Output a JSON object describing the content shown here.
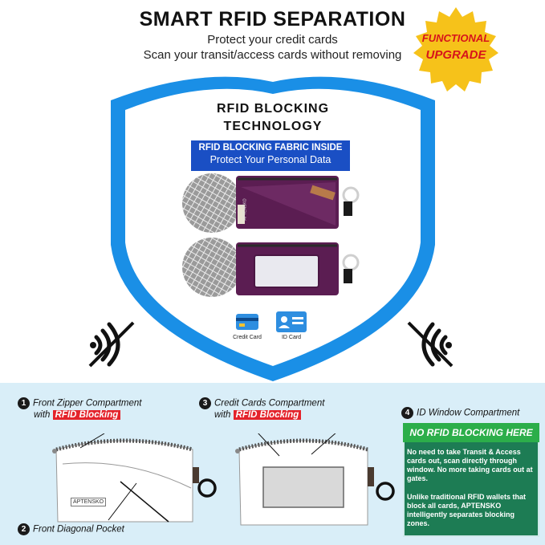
{
  "header": {
    "title": "SMART RFID SEPARATION",
    "line1": "Protect your credit cards",
    "line2": "Scan your transit/access cards without removing"
  },
  "badge": {
    "line1": "FUNCTIONAL",
    "line2": "UPGRADE"
  },
  "shield": {
    "title1": "RFID BLOCKING",
    "title2": "TECHNOLOGY",
    "banner1": "RFID BLOCKING FABRIC INSIDE",
    "banner2": "Protect Your Personal Data",
    "brand": "APTENSKO",
    "card1": "Credit Card",
    "card2": "ID Card"
  },
  "steps": {
    "s1": {
      "num": "1",
      "text": "Front Zipper Compartment",
      "with": "with",
      "tag": "RFID Blocking"
    },
    "s2": {
      "num": "2",
      "text": "Front Diagonal Pocket"
    },
    "s3": {
      "num": "3",
      "text": "Credit Cards Compartment",
      "with": "with",
      "tag": "RFID Blocking"
    },
    "s4": {
      "num": "4",
      "text": "ID Window Compartment"
    }
  },
  "pouch_brand": "APTENSKO",
  "info": {
    "heading": "NO RFID BLOCKING HERE",
    "p1": "No need to take Transit & Access cards out, scan directly through window. No more taking cards out at gates.",
    "p2": "Unlike traditional RFID wallets that block all cards, APTENSKO intelligently separates blocking zones."
  },
  "colors": {
    "blue": "#1a8fe6",
    "banner": "#1a4fc4",
    "red": "#e4232b",
    "green": "#1d7c54",
    "light": "#d9eef8",
    "purple": "#5b1d52"
  }
}
